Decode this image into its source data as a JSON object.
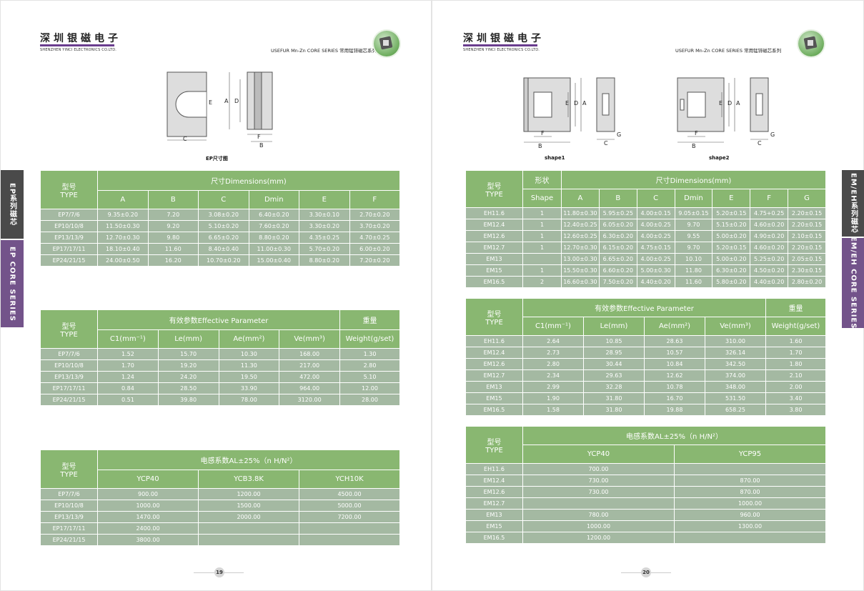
{
  "company": {
    "cn": "深圳银磁电子",
    "en": "SHENZHEN YINCI ELECTRONICS CO.LTD."
  },
  "series_label": "USEFUR Mn-Zn CORE SERIES  常用锰锌磁芯系列",
  "logo_icon": "company-logo",
  "colors": {
    "header_green": "#89b771",
    "row_gray": "#a4b9a2",
    "tab_dark": "#4a4a4a",
    "tab_purple": "#73538a",
    "brand_purple": "#6a3d8e"
  },
  "left": {
    "tab_cn": "EP系列磁芯",
    "tab_en": "EP CORE SERIES",
    "diagram_caption": "EP尺寸图",
    "diagram_labels": {
      "E": "E",
      "A": "A",
      "D": "D",
      "C": "C",
      "F": "F",
      "B": "B"
    },
    "dims": {
      "type_cn": "型号",
      "type_en": "TYPE",
      "title": "尺寸Dimensions(mm)",
      "cols": [
        "A",
        "B",
        "C",
        "Dmin",
        "E",
        "F"
      ],
      "rows": [
        [
          "EP7/7/6",
          "9.35±0.20",
          "7.20",
          "3.08±0.20",
          "6.40±0.20",
          "3.30±0.10",
          "2.70±0.20"
        ],
        [
          "EP10/10/8",
          "11.50±0.30",
          "9.20",
          "5.10±0.20",
          "7.60±0.20",
          "3.30±0.20",
          "3.70±0.20"
        ],
        [
          "EP13/13/9",
          "12.70±0.30",
          "9.80",
          "6.65±0.20",
          "8.80±0.20",
          "4.35±0.25",
          "4.70±0.25"
        ],
        [
          "EP17/17/11",
          "18.10±0.40",
          "11.60",
          "8.40±0.40",
          "11.00±0.30",
          "5.70±0.20",
          "6.00±0.20"
        ],
        [
          "EP24/21/15",
          "24.00±0.50",
          "16.20",
          "10.70±0.20",
          "15.00±0.40",
          "8.80±0.20",
          "7.20±0.20"
        ]
      ]
    },
    "eff": {
      "type_cn": "型号",
      "type_en": "TYPE",
      "title": "有效参数Effective Parameter",
      "weight_cn": "重量",
      "cols": [
        "C1(mm⁻¹)",
        "Le(mm)",
        "Ae(mm²)",
        "Ve(mm³)",
        "Weight(g/set)"
      ],
      "rows": [
        [
          "EP7/7/6",
          "1.52",
          "15.70",
          "10.30",
          "168.00",
          "1.30"
        ],
        [
          "EP10/10/8",
          "1.70",
          "19.20",
          "11.30",
          "217.00",
          "2.80"
        ],
        [
          "EP13/13/9",
          "1.24",
          "24.20",
          "19.50",
          "472.00",
          "5.10"
        ],
        [
          "EP17/17/11",
          "0.84",
          "28.50",
          "33.90",
          "964.00",
          "12.00"
        ],
        [
          "EP24/21/15",
          "0.51",
          "39.80",
          "78.00",
          "3120.00",
          "28.00"
        ]
      ]
    },
    "al": {
      "type_cn": "型号",
      "type_en": "TYPE",
      "title": "电感系数AL±25%（n H/N²）",
      "cols": [
        "YCP40",
        "YCB3.8K",
        "YCH10K"
      ],
      "rows": [
        [
          "EP7/7/6",
          "900.00",
          "1200.00",
          "4500.00"
        ],
        [
          "EP10/10/8",
          "1000.00",
          "1500.00",
          "5000.00"
        ],
        [
          "EP13/13/9",
          "1470.00",
          "2000.00",
          "7200.00"
        ],
        [
          "EP17/17/11",
          "2400.00",
          "",
          ""
        ],
        [
          "EP24/21/15",
          "3800.00",
          "",
          ""
        ]
      ]
    },
    "page_number": "19"
  },
  "right": {
    "tab_cn": "EM/EH系列磁芯",
    "tab_en": "EM/EH CORE SERIES",
    "shape1_caption": "shape1",
    "shape2_caption": "shape2",
    "diagram_labels": {
      "E": "E",
      "D": "D",
      "A": "A",
      "F": "F",
      "B": "B",
      "C": "C",
      "G": "G"
    },
    "dims": {
      "type_cn": "型号",
      "type_en": "TYPE",
      "shape_cn": "形状",
      "shape_en": "Shape",
      "title": "尺寸Dimensions(mm)",
      "cols": [
        "A",
        "B",
        "C",
        "Dmin",
        "E",
        "F",
        "G"
      ],
      "rows": [
        [
          "EH11.6",
          "1",
          "11.80±0.30",
          "5.95±0.25",
          "4.00±0.15",
          "9.05±0.15",
          "5.20±0.15",
          "4.75+0.25",
          "2.20±0.15"
        ],
        [
          "EM12.4",
          "1",
          "12.40±0.25",
          "6.05±0.20",
          "4.00±0.25",
          "9.70",
          "5.15±0.20",
          "4.60±0.20",
          "2.20±0.15"
        ],
        [
          "EM12.6",
          "1",
          "12.60±0.25",
          "6.30±0.20",
          "4.00±0.25",
          "9.55",
          "5.00±0.20",
          "4.90±0.20",
          "2.10±0.15"
        ],
        [
          "EM12.7",
          "1",
          "12.70±0.30",
          "6.15±0.20",
          "4.75±0.15",
          "9.70",
          "5.20±0.15",
          "4.60±0.20",
          "2.20±0.15"
        ],
        [
          "EM13",
          "",
          "13.00±0.30",
          "6.65±0.20",
          "4.00±0.25",
          "10.10",
          "5.00±0.20",
          "5.25±0.20",
          "2.05±0.15"
        ],
        [
          "EM15",
          "1",
          "15.50±0.30",
          "6.60±0.20",
          "5.00±0.30",
          "11.80",
          "6.30±0.20",
          "4.50±0.20",
          "2.30±0.15"
        ],
        [
          "EM16.5",
          "2",
          "16.60±0.30",
          "7.50±0.20",
          "4.40±0.20",
          "11.60",
          "5.80±0.20",
          "4.40±0.20",
          "2.80±0.20"
        ]
      ]
    },
    "eff": {
      "type_cn": "型号",
      "type_en": "TYPE",
      "title": "有效参数Effective Parameter",
      "weight_cn": "重量",
      "cols": [
        "C1(mm⁻¹)",
        "Le(mm)",
        "Ae(mm²)",
        "Ve(mm³)",
        "Weight(g/set)"
      ],
      "rows": [
        [
          "EH11.6",
          "2.64",
          "10.85",
          "28.63",
          "310.00",
          "1.60"
        ],
        [
          "EM12.4",
          "2.73",
          "28.95",
          "10.57",
          "326.14",
          "1.70"
        ],
        [
          "EM12.6",
          "2.80",
          "30.44",
          "10.84",
          "342.50",
          "1.80"
        ],
        [
          "EM12.7",
          "2.34",
          "29.63",
          "12.62",
          "374.00",
          "2.10"
        ],
        [
          "EM13",
          "2.99",
          "32.28",
          "10.78",
          "348.00",
          "2.00"
        ],
        [
          "EM15",
          "1.90",
          "31.80",
          "16.70",
          "531.50",
          "3.40"
        ],
        [
          "EM16.5",
          "1.58",
          "31.80",
          "19.88",
          "658.25",
          "3.80"
        ]
      ]
    },
    "al": {
      "type_cn": "型号",
      "type_en": "TYPE",
      "title": "电感系数AL±25%（n H/N²）",
      "cols": [
        "YCP40",
        "YCP95"
      ],
      "rows": [
        [
          "EH11.6",
          "700.00",
          ""
        ],
        [
          "EM12.4",
          "730.00",
          "870.00"
        ],
        [
          "EM12.6",
          "730.00",
          "870.00"
        ],
        [
          "EM12.7",
          "",
          "1000.00"
        ],
        [
          "EM13",
          "780.00",
          "960.00"
        ],
        [
          "EM15",
          "1000.00",
          "1300.00"
        ],
        [
          "EM16.5",
          "1200.00",
          ""
        ]
      ]
    },
    "page_number": "20"
  }
}
